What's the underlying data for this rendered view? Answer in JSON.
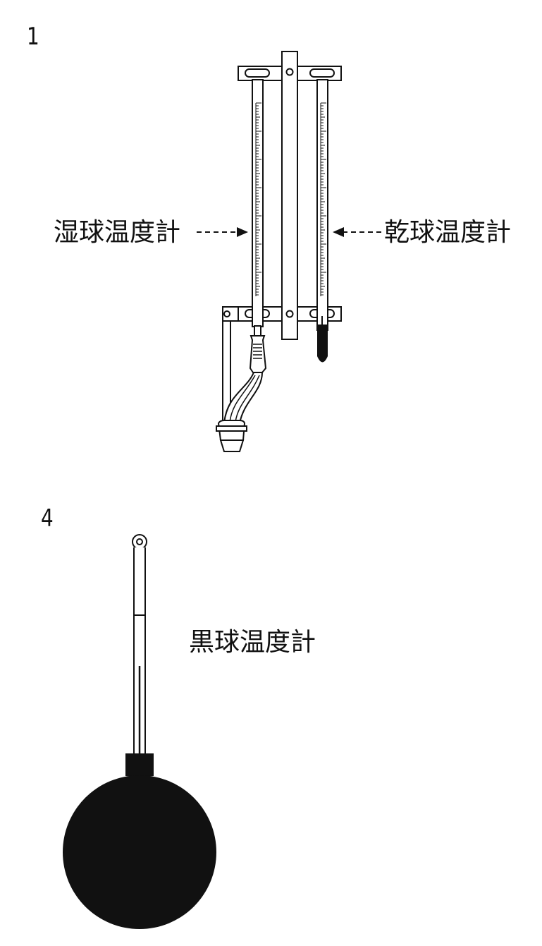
{
  "figure_1": {
    "number": "1",
    "wet_bulb_label": "湿球温度計",
    "dry_bulb_label": "乾球温度計"
  },
  "figure_4": {
    "number": "4",
    "globe_label": "黒球温度計"
  },
  "colors": {
    "ink": "#111111",
    "background": "#ffffff"
  }
}
